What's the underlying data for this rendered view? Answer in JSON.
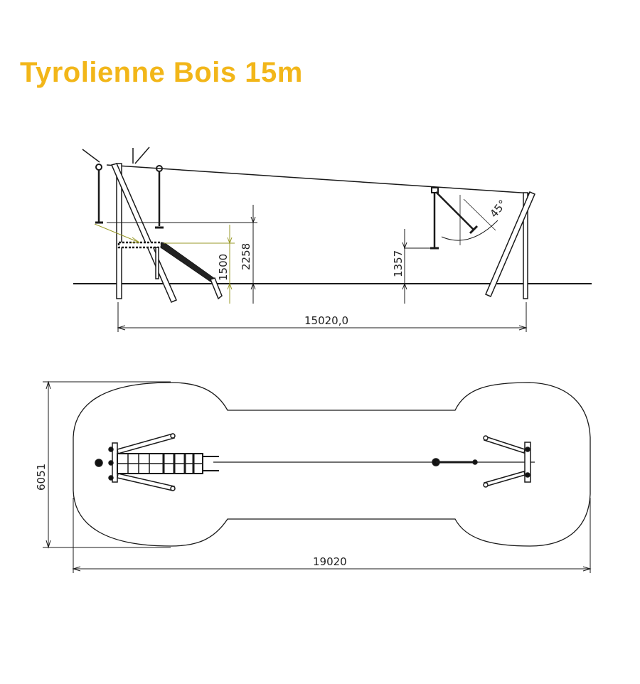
{
  "title": "Tyrolienne Bois 15m",
  "colors": {
    "title": "#F2B619",
    "line": "#1a1a1a",
    "accent_dimension": "#9a9a2a"
  },
  "side_view": {
    "dim_platform_height": "1500",
    "dim_handle_height": "2258",
    "dim_end_handle_height": "1357",
    "angle": "45°",
    "dim_span": "15020,0"
  },
  "plan_view": {
    "dim_width": "6051",
    "dim_length": "19020"
  }
}
